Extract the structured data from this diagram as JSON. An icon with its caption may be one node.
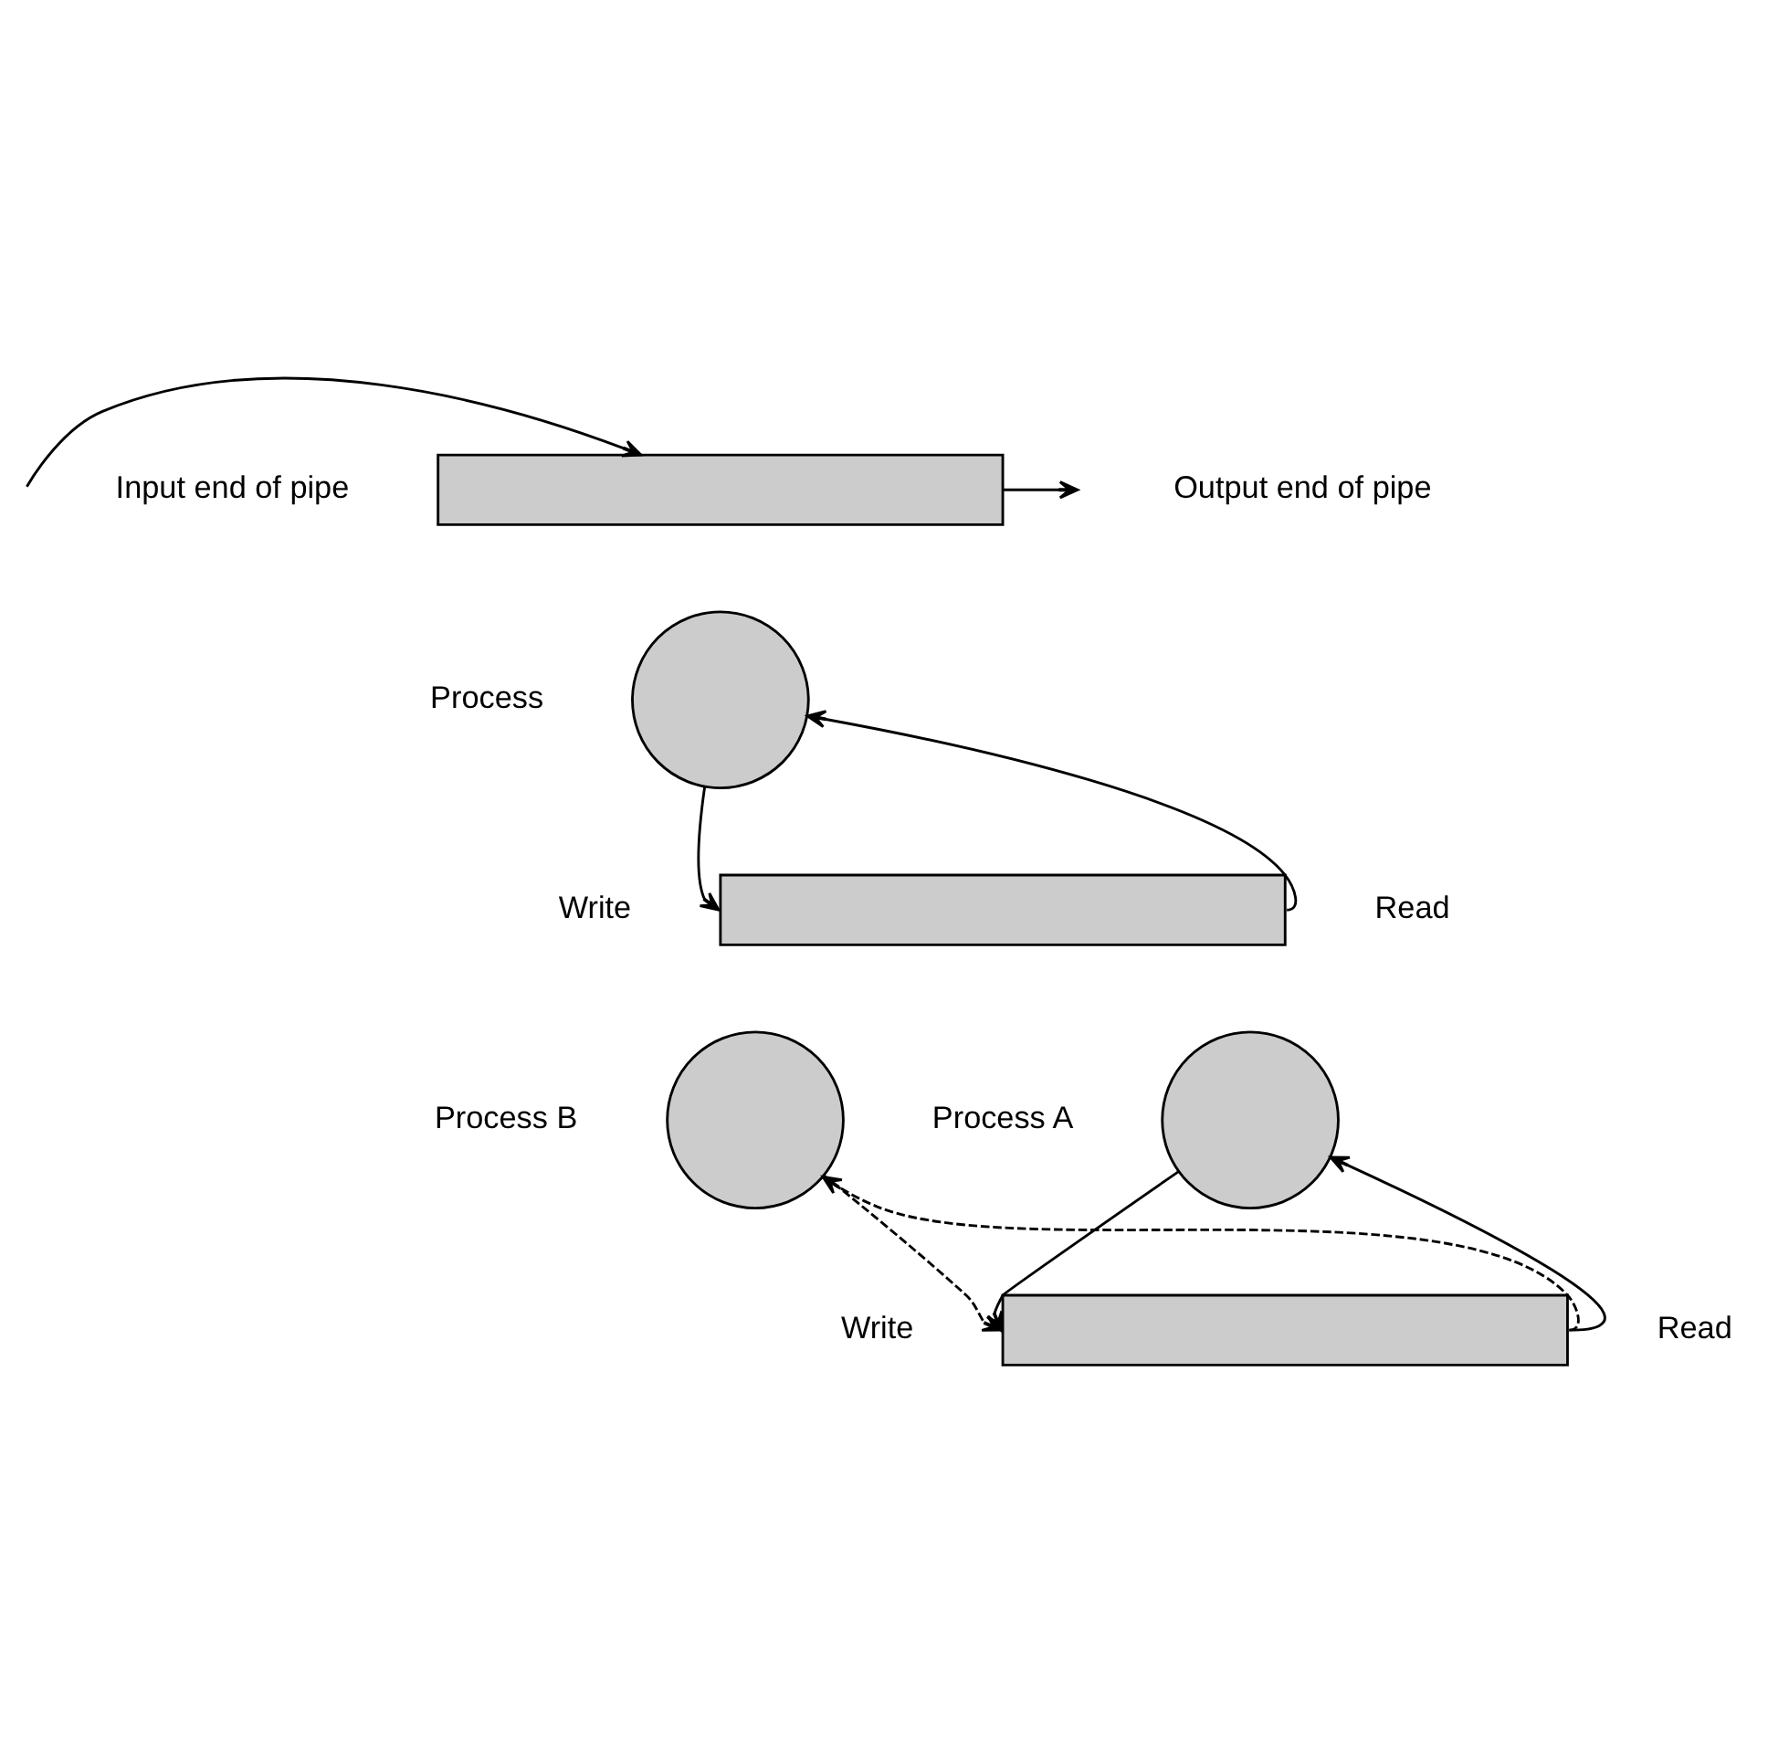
{
  "diagram": {
    "nodes": [
      {
        "text": [],
        "shape": "bar"
      },
      {
        "text": [],
        "shape": "circle",
        "beside": [
          "Process"
        ]
      },
      {
        "text": [],
        "shape": "bar",
        "beside": [
          "Write",
          "Read"
        ]
      },
      {
        "text": [],
        "shape": "circle",
        "beside": [
          "Process A"
        ]
      },
      {
        "text": [],
        "shape": "circle",
        "beside": [
          "Process B"
        ]
      },
      {
        "text": [],
        "shape": "bar",
        "beside": [
          "Write",
          "Read"
        ]
      }
    ],
    "edges": [
      {
        "from": null,
        "to": 0,
        "arrow": "to"
      },
      {
        "from": 0,
        "to": null,
        "arrow": "to"
      },
      {
        "from": 1,
        "to": 2,
        "arrow": "to"
      },
      {
        "from": 2,
        "to": 1,
        "arrow": "to"
      },
      {
        "from": 3,
        "to": 5,
        "arrow": "to"
      },
      {
        "from": 5,
        "to": 3,
        "arrow": "to"
      },
      {
        "from": 4,
        "to": 5,
        "arrow": "to",
        "style": "dashed"
      },
      {
        "from": 5,
        "to": 4,
        "arrow": "to",
        "style": "dashed"
      }
    ],
    "labels": [
      "Input end of pipe",
      "Output end of pipe"
    ]
  }
}
